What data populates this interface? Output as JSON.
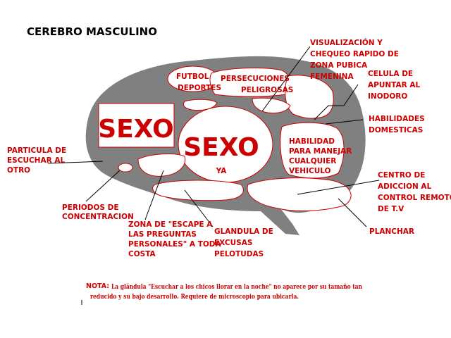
{
  "title": "CEREBRO MASCULINO",
  "regions": {
    "sexo_square": "SEXO",
    "sexo_circle": "SEXO",
    "ya": "YA",
    "futbol": [
      "FUTBOL",
      "DEPORTES"
    ],
    "persecuciones": [
      "PERSECUCIONES",
      "PELIGROSAS"
    ],
    "habilidad": [
      "HABILIDAD",
      "PARA MANEJAR",
      "CUALQUIER",
      "VEHICULO"
    ]
  },
  "labels": {
    "visualizacion": [
      "VISUALIZACIÓN Y",
      "CHEQUEO RAPIDO  DE",
      "ZONA PUBICA",
      "FEMENINA"
    ],
    "celula": [
      "CELULA DE",
      "APUNTAR AL",
      "INODORO"
    ],
    "habilidades_domesticas": [
      "HABILIDADES",
      "DOMESTICAS"
    ],
    "particula": [
      "PARTICULA DE",
      "ESCUCHAR AL",
      "OTRO"
    ],
    "centro": [
      "CENTRO DE",
      "ADICCION AL",
      "CONTROL REMOTO",
      "DE T.V"
    ],
    "periodos": [
      "PERIODOS DE",
      "CONCENTRACION"
    ],
    "zona_escape": [
      "ZONA DE \"ESCAPE A",
      "LAS PREGUNTAS",
      "PERSONALES\" A TODA",
      "COSTA"
    ],
    "glandula": [
      "GLANDULA DE",
      "EXCUSAS",
      "PELOTUDAS"
    ],
    "planchar": "PLANCHAR"
  },
  "note": {
    "heading": "NOTA:",
    "line1": "La glándula \"Escuchar a los chicos llorar en la noche\" no aparece por su tamaño tan",
    "line2": "reducido y su bajo desarrollo. Requiere de microscopio para ubicarla."
  },
  "colors": {
    "brain": "#808080",
    "label_red": "#cc0000",
    "region_fill": "#ffffff",
    "title": "#000000"
  }
}
